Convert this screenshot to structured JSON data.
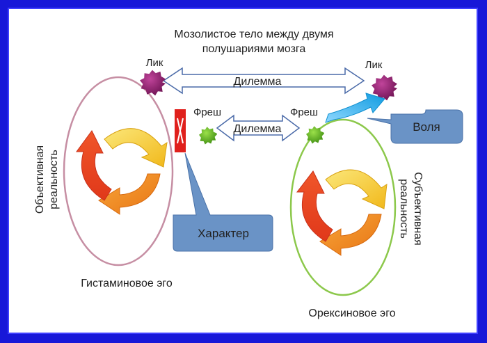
{
  "title": {
    "line1": "Мозолистое тело между двумя",
    "line2": "полушариями мозга"
  },
  "labels": {
    "lik_left": "Лик",
    "lik_right": "Лик",
    "dilemma_top": "Дилемма",
    "dilemma_mid": "Дилемма",
    "fresh_left": "Фреш",
    "fresh_right": "Фреш",
    "objective": {
      "line1": "Объективная",
      "line2": "реальность"
    },
    "subjective": {
      "line1": "Субъективная",
      "line2": "реальность"
    },
    "histamine_ego": "Гистаминовое эго",
    "orexin_ego": "Орексиновое эго"
  },
  "callouts": {
    "character": "Характер",
    "will": "Воля"
  },
  "colors": {
    "frame": "#1818d8",
    "lik_star": "#8b1a6b",
    "fresh_star": "#5fb61e",
    "left_ellipse": "#c48aa0",
    "right_ellipse": "#8bc64a",
    "callout": "#6a93c6",
    "red_marker": "#e0201c",
    "cycle_orange": "#f28c1e",
    "cycle_yellow": "#f8d22a",
    "cycle_red": "#e8431e",
    "will_arrow": "#19a8e8"
  }
}
